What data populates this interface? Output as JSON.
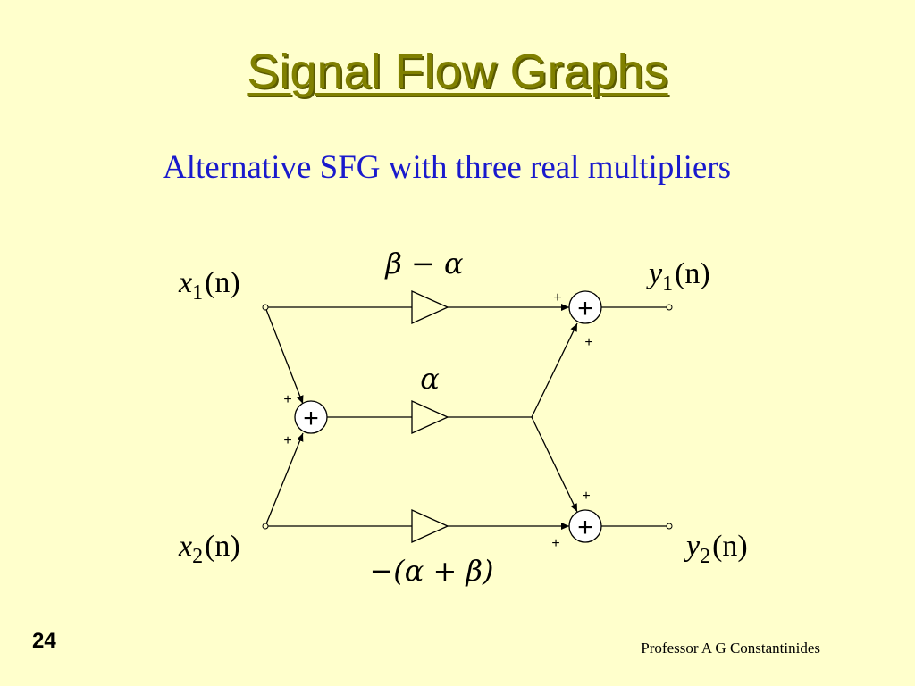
{
  "slide": {
    "title": "Signal Flow Graphs",
    "subtitle": "Alternative SFG with three real multipliers",
    "page_number": "24",
    "footer": "Professor A G Constantinides"
  },
  "diagram": {
    "input1": {
      "var": "x",
      "sub": "1",
      "arg": "(n)"
    },
    "input2": {
      "var": "x",
      "sub": "2",
      "arg": "(n)"
    },
    "output1": {
      "var": "y",
      "sub": "1",
      "arg": "(n)"
    },
    "output2": {
      "var": "y",
      "sub": "2",
      "arg": "(n)"
    },
    "gain_top": "β − α",
    "gain_mid": "α",
    "gain_bottom": "−(α + β)",
    "adder_symbol": "+",
    "sign_plus": "+"
  }
}
